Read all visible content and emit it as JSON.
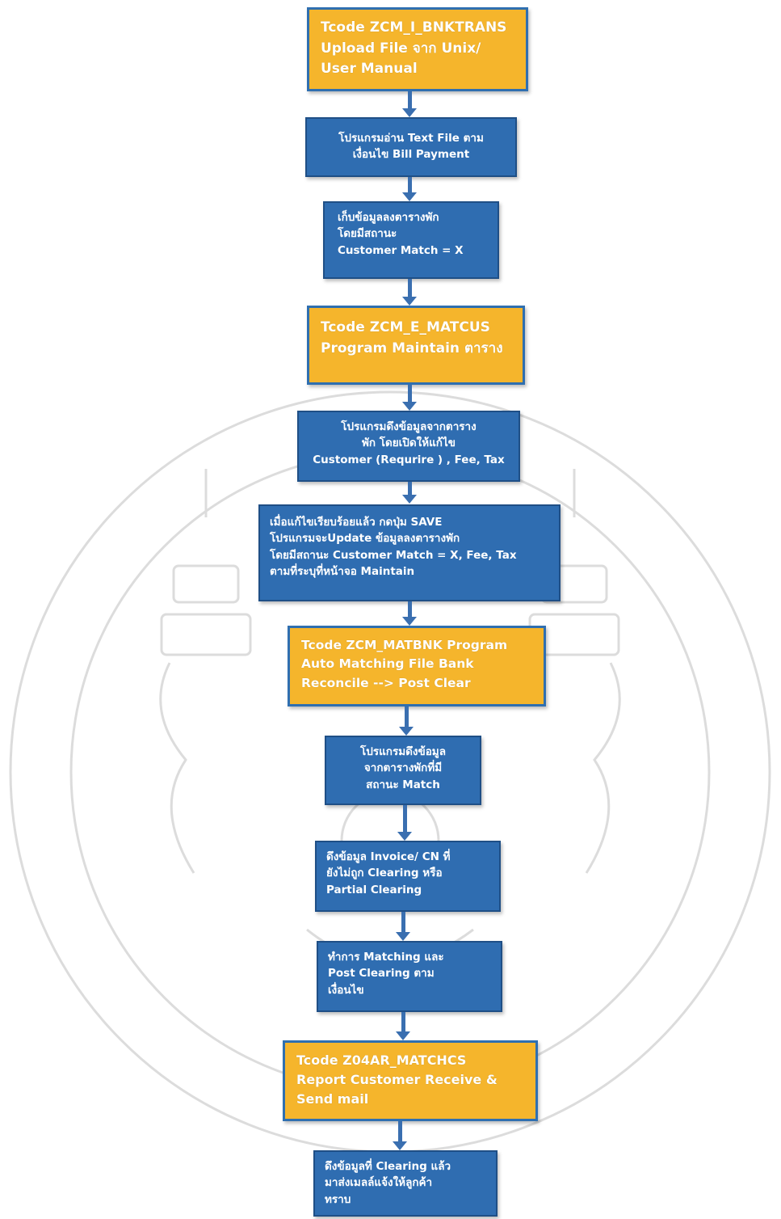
{
  "diagram": {
    "steps": [
      {
        "id": "s1",
        "kind": "tcode",
        "text": "Tcode ZCM_I_BNKTRANS\nUpload File จาก Unix/\nUser Manual"
      },
      {
        "id": "s2",
        "kind": "process",
        "text": "โปรแกรมอ่าน Text File ตาม\nเงื่อนไข Bill Payment"
      },
      {
        "id": "s3",
        "kind": "process",
        "text": "เก็บข้อมูลลงตารางพัก\nโดยมีสถานะ\nCustomer Match = X"
      },
      {
        "id": "s4",
        "kind": "tcode",
        "text": "Tcode ZCM_E_MATCUS\nProgram Maintain ตาราง"
      },
      {
        "id": "s5",
        "kind": "process",
        "text": "โปรแกรมดึงข้อมูลจากตาราง\nพัก โดยเปิดให้แก้ไข\nCustomer (Requrire ) , Fee, Tax"
      },
      {
        "id": "s6",
        "kind": "process",
        "text": "เมื่อแก้ไขเรียบร้อยแล้ว กดปุ่ม SAVE\nโปรแกรมจะUpdate ข้อมูลลงตารางพัก\nโดยมีสถานะ Customer Match = X, Fee, Tax\nตามที่ระบุที่หน้าจอ Maintain"
      },
      {
        "id": "s7",
        "kind": "tcode",
        "text": "Tcode ZCM_MATBNK Program\nAuto Matching File Bank\nReconcile --> Post Clear"
      },
      {
        "id": "s8",
        "kind": "process",
        "text": "โปรแกรมดึงข้อมูล\nจากตารางพักที่มี\nสถานะ Match"
      },
      {
        "id": "s9",
        "kind": "process",
        "text": "ดึงข้อมูล Invoice/ CN ที่\nยังไม่ถูก Clearing หรือ\nPartial Clearing"
      },
      {
        "id": "s10",
        "kind": "process",
        "text": "ทำการ Matching และ\nPost Clearing ตาม\nเงื่อนไข"
      },
      {
        "id": "s11",
        "kind": "tcode",
        "text": "Tcode Z04AR_MATCHCS\nReport Customer Receive &\nSend mail"
      },
      {
        "id": "s12",
        "kind": "process",
        "text": "ดึงข้อมูลที่ Clearing แล้ว\nมาส่งเมลล์แจ้งให้ลูกค้า\nทราบ"
      }
    ]
  },
  "colors": {
    "tcode_fill": "#f5b52c",
    "process_fill": "#2f6db1",
    "arrow": "#3a6fb0",
    "watermark": "#d9d9d9"
  }
}
